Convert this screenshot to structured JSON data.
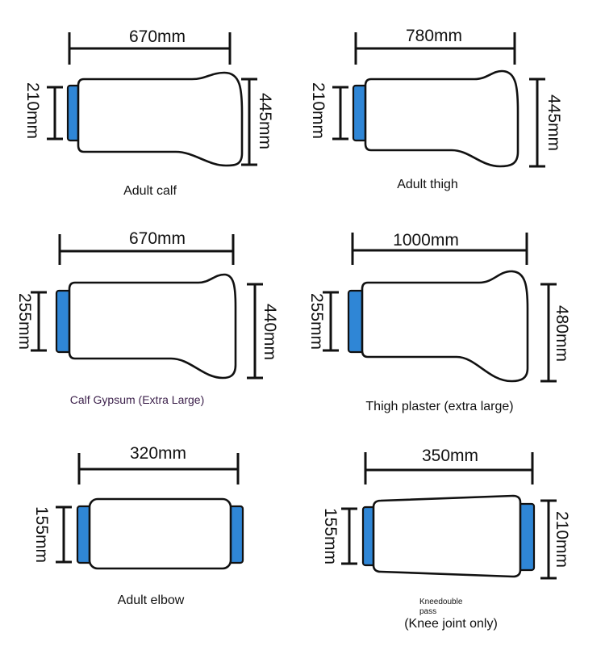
{
  "colors": {
    "cuff_fill": "#2f86d6",
    "cuff_shade": "#1d5f9e",
    "outline": "#111111"
  },
  "panels": [
    {
      "name": "adult-calf",
      "length": "670mm",
      "left_height": "210mm",
      "right_height": "445mm",
      "caption": "Adult calf"
    },
    {
      "name": "adult-thigh",
      "length": "780mm",
      "left_height": "210mm",
      "right_height": "445mm",
      "caption": "Adult thigh"
    },
    {
      "name": "calf-gypsum-xl",
      "length": "670mm",
      "left_height": "255mm",
      "right_height": "440mm",
      "caption": "Calf Gypsum (Extra Large)"
    },
    {
      "name": "thigh-plaster-xl",
      "length": "1000mm",
      "left_height": "255mm",
      "right_height": "480mm",
      "caption": "Thigh plaster (extra large)"
    },
    {
      "name": "adult-elbow",
      "length": "320mm",
      "left_height": "155mm",
      "caption": "Adult elbow"
    },
    {
      "name": "knee-double-pass",
      "length": "350mm",
      "left_height": "155mm",
      "right_height": "210mm",
      "caption_line1": "Kneedouble",
      "caption_line2": "pass",
      "caption_line3": "(Knee joint only)"
    }
  ]
}
